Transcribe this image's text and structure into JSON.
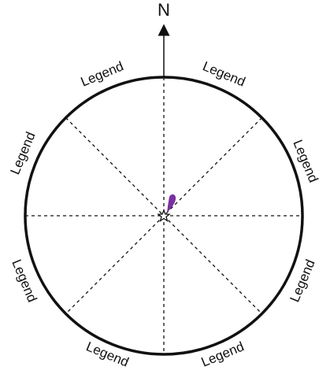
{
  "diagram": {
    "north_label": "N",
    "segment_labels": [
      "Legend",
      "Legend",
      "Legend",
      "Legend",
      "Legend",
      "Legend",
      "Legend",
      "Legend"
    ],
    "colors": {
      "outline": "#111111",
      "marker": "#7b2fa0"
    },
    "center_icon": "star-icon",
    "marker_icon": "teardrop-marker"
  }
}
